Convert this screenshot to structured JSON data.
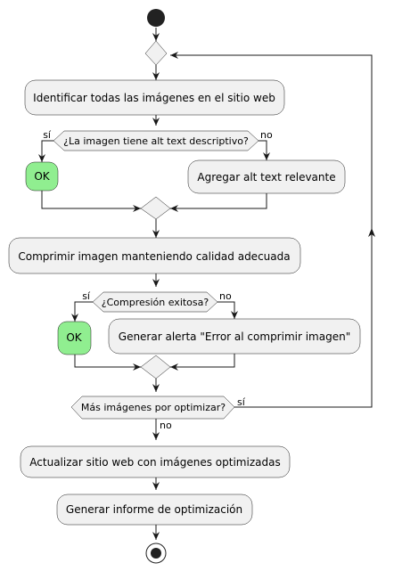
{
  "diagram": {
    "activities": {
      "identify": "Identificar todas las imágenes en el sitio web",
      "ok1": "OK",
      "add_alt": "Agregar alt text relevante",
      "compress": "Comprimir imagen manteniendo calidad adecuada",
      "ok2": "OK",
      "alert": "Generar alerta \"Error al comprimir imagen\"",
      "update": "Actualizar sitio web con imágenes optimizadas",
      "report": "Generar informe de optimización"
    },
    "decisions": {
      "alt_text": "¿La imagen tiene alt text descriptivo?",
      "compression": "¿Compresión exitosa?",
      "more_images": "Más imágenes por optimizar?"
    },
    "labels": {
      "yes1": "sí",
      "no1": "no",
      "yes2": "sí",
      "no2": "no",
      "loop_yes": "sí",
      "loop_no": "no"
    },
    "colors": {
      "ok_fill": "#90EE90",
      "node_fill": "#F1F1F1",
      "stroke": "#181818"
    }
  }
}
